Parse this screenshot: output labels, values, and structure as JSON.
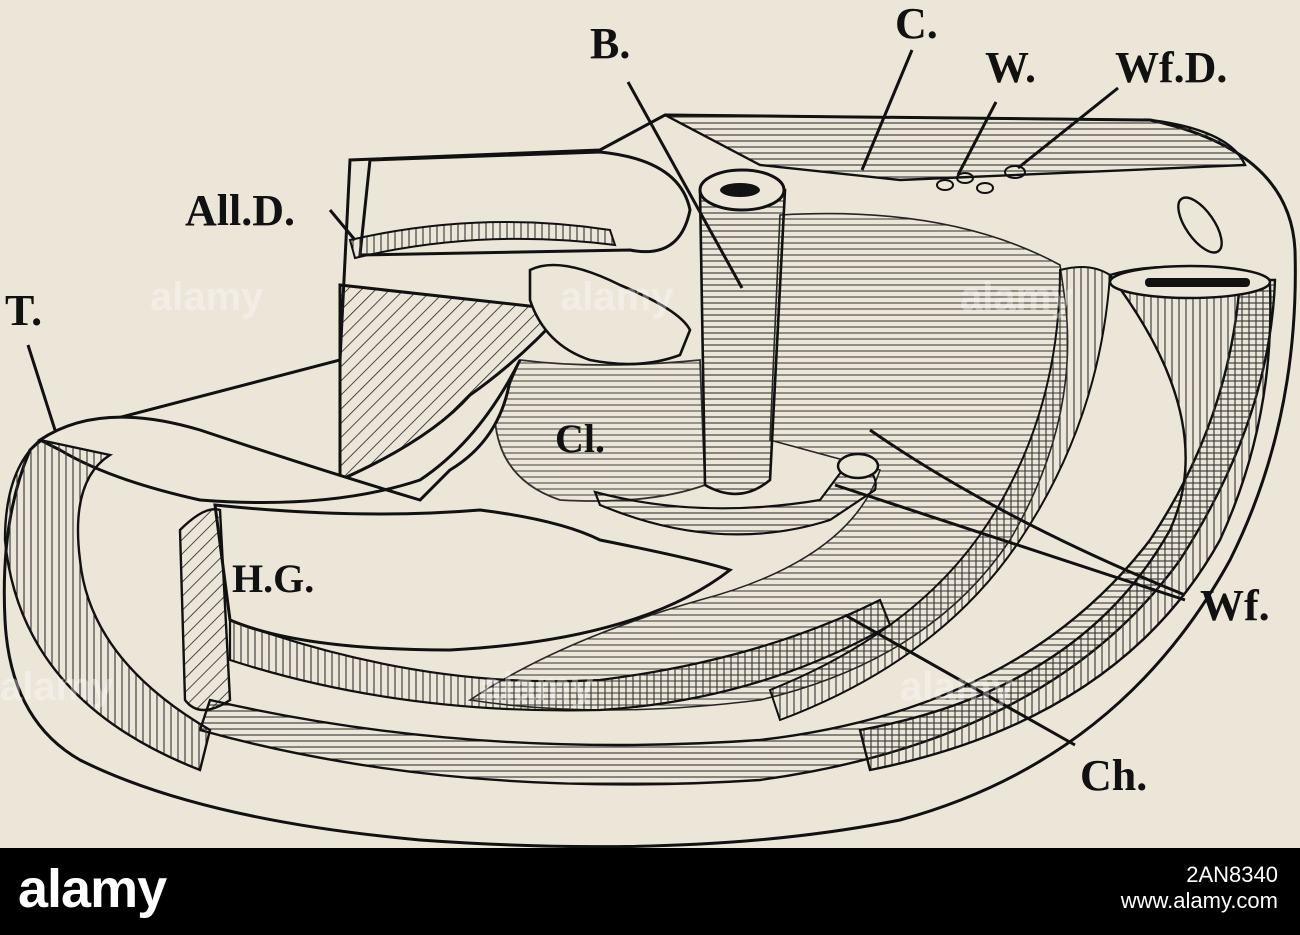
{
  "labels": {
    "B": "B.",
    "C": "C.",
    "W": "W.",
    "WfD": "Wf.D.",
    "AllD": "All.D.",
    "T": "T.",
    "Cl": "Cl.",
    "HG": "H.G.",
    "Wf": "Wf.",
    "Ch": "Ch."
  },
  "watermark": {
    "text": "alamy"
  },
  "footer": {
    "brand": "alamy",
    "image_id": "2AN8340",
    "site": "www.alamy.com"
  },
  "colors": {
    "paper": "#ebe6d8",
    "ink": "#111111",
    "footer_bg": "#000000",
    "footer_text": "#ffffff"
  }
}
